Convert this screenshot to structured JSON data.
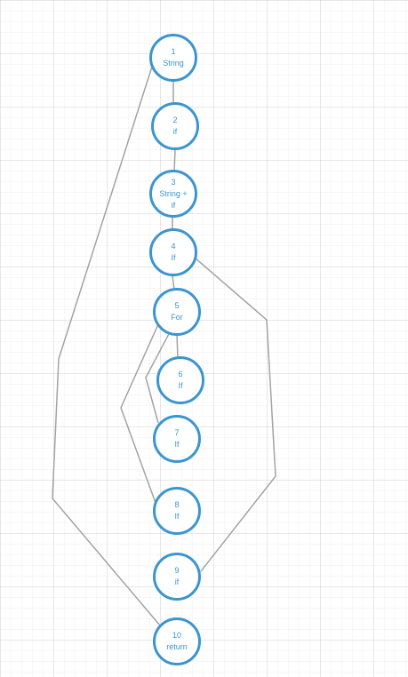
{
  "colors": {
    "node_stroke": "#3a95d3",
    "node_text": "#3a95d3",
    "edge": "#a3a3a3",
    "grid": "#e6e6e6",
    "background": "#ffffff"
  },
  "nodes": [
    {
      "id": "1",
      "label": "String"
    },
    {
      "id": "2",
      "label": "if"
    },
    {
      "id": "3",
      "label": "String +",
      "label2": "if"
    },
    {
      "id": "4",
      "label": "If"
    },
    {
      "id": "5",
      "label": "For"
    },
    {
      "id": "6",
      "label": "If"
    },
    {
      "id": "7",
      "label": "If"
    },
    {
      "id": "8",
      "label": "If"
    },
    {
      "id": "9",
      "label": "if"
    },
    {
      "id": "10",
      "label": "return"
    }
  ],
  "edges": [
    {
      "from": "1",
      "to": "2"
    },
    {
      "from": "2",
      "to": "3"
    },
    {
      "from": "3",
      "to": "4"
    },
    {
      "from": "4",
      "to": "5"
    },
    {
      "from": "5",
      "to": "6"
    },
    {
      "from": "5",
      "to": "7"
    },
    {
      "from": "5",
      "to": "8"
    },
    {
      "from": "4",
      "to": "9"
    },
    {
      "from": "1",
      "to": "10"
    }
  ]
}
